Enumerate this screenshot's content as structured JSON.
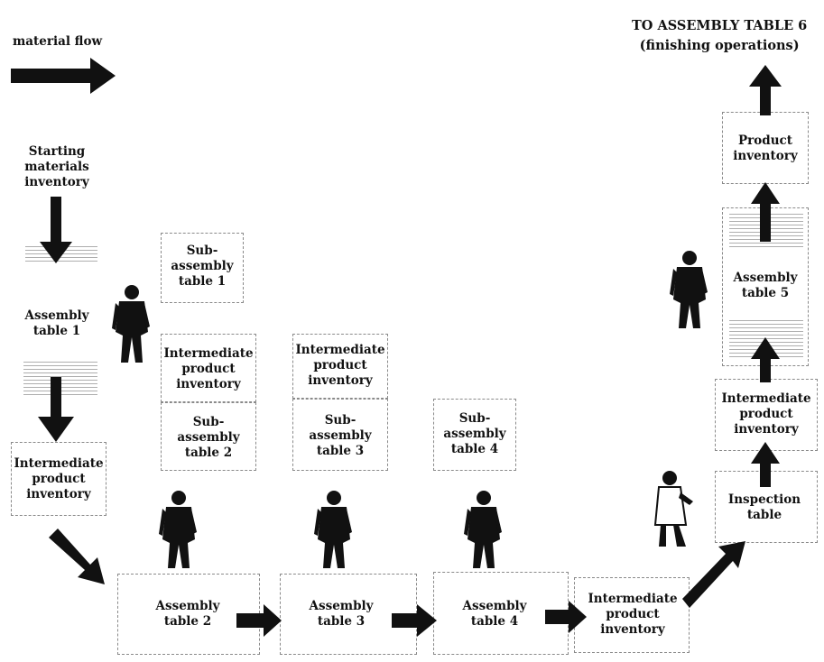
{
  "legend": {
    "label": "material flow"
  },
  "destination": {
    "line1": "TO ASSEMBLY TABLE 6",
    "line2": "(finishing operations)"
  },
  "nodes": {
    "starting_inventory": [
      "Starting",
      "materials",
      "inventory"
    ],
    "assembly_table_1": [
      "Assembly",
      "table 1"
    ],
    "intermediate_inventory_1": [
      "Intermediate",
      "product",
      "inventory"
    ],
    "subassembly_table_1": [
      "Sub-",
      "assembly",
      "table 1"
    ],
    "intermediate_inventory_2": [
      "Intermediate",
      "product",
      "inventory"
    ],
    "subassembly_table_2": [
      "Sub-",
      "assembly",
      "table 2"
    ],
    "intermediate_inventory_3": [
      "Intermediate",
      "product",
      "inventory"
    ],
    "subassembly_table_3": [
      "Sub-",
      "assembly",
      "table 3"
    ],
    "subassembly_table_4": [
      "Sub-",
      "assembly",
      "table 4"
    ],
    "assembly_table_2": [
      "Assembly",
      "table 2"
    ],
    "assembly_table_3": [
      "Assembly",
      "table 3"
    ],
    "assembly_table_4": [
      "Assembly",
      "table 4"
    ],
    "intermediate_inventory_4": [
      "Intermediate",
      "product",
      "inventory"
    ],
    "inspection_table": [
      "Inspection",
      "table"
    ],
    "intermediate_inventory_5": [
      "Intermediate",
      "product",
      "inventory"
    ],
    "assembly_table_5": [
      "Assembly",
      "table 5"
    ],
    "product_inventory": [
      "Product",
      "inventory"
    ]
  }
}
